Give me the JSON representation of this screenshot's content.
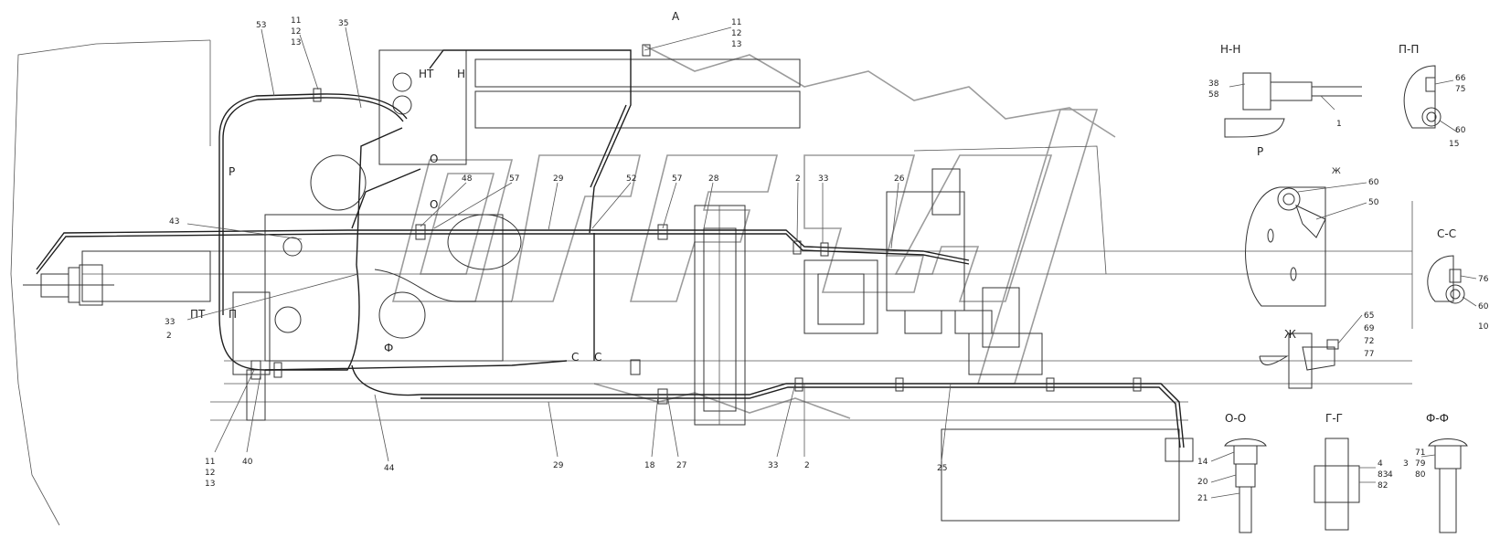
{
  "view_letter": "А",
  "sections": {
    "nn": "Н-Н",
    "pp": "П-П",
    "r": "Р",
    "zh": "Ж",
    "zh_arrow": "Ж",
    "ss": "С-С",
    "oo": "О-О",
    "gg": "Г-Г",
    "ff": "Ф-Ф"
  },
  "markers": {
    "n_t": "НТ",
    "n": "Н",
    "p_arrow": "Р",
    "o_upper": "О",
    "o_lower": "О",
    "p_t": "ПТ",
    "p": "П",
    "f": "Ф",
    "s1": "С",
    "s2": "С"
  },
  "callouts": {
    "c53": "53",
    "c11a": "11",
    "c12a": "12",
    "c13a": "13",
    "c35": "35",
    "c11b": "11",
    "c12b": "12",
    "c13b": "13",
    "c43": "43",
    "c48": "48",
    "c57a": "57",
    "c29a": "29",
    "c52": "52",
    "c57b": "57",
    "c28": "28",
    "c2a": "2",
    "c33a": "33",
    "c26": "26",
    "c33b": "33",
    "c2b": "2",
    "c11c": "11",
    "c12c": "12",
    "c13c": "13",
    "c40": "40",
    "c44": "44",
    "c29b": "29",
    "c18": "18",
    "c27": "27",
    "c33c": "33",
    "c2c": "2",
    "c25": "25"
  },
  "detail_callouts": {
    "n38": "38",
    "n58": "58",
    "n1": "1",
    "p66": "66",
    "p75": "75",
    "p60": "60",
    "p15": "15",
    "r60": "60",
    "r50": "50",
    "s76": "76",
    "s60": "60",
    "s10": "10",
    "z65": "65",
    "z69": "69",
    "z72": "72",
    "z77": "77",
    "o14": "14",
    "o20": "20",
    "o21": "21",
    "g4a": "4",
    "g4b": "4",
    "g83": "83",
    "g82": "82",
    "f3": "3",
    "f71": "71",
    "f79": "79",
    "f80": "80"
  }
}
